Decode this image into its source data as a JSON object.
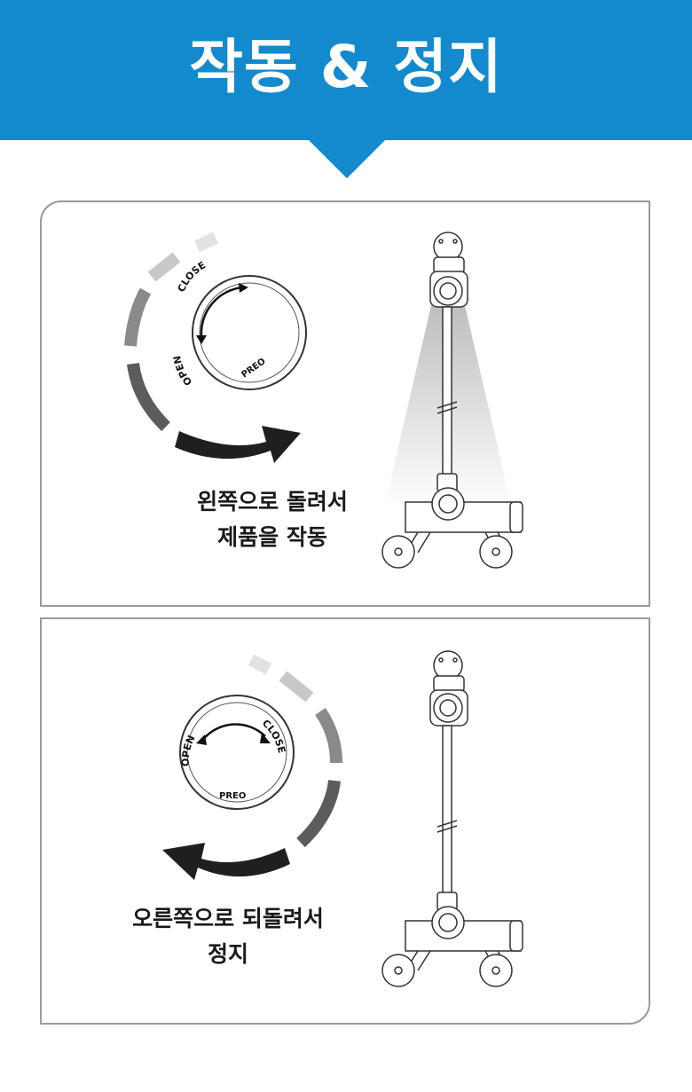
{
  "header": {
    "title": "작동 & 정지"
  },
  "panel_start": {
    "knob": {
      "close_label": "CLOSE",
      "open_label": "OPEN",
      "brand": "PREO"
    },
    "caption_line1": "왼쪽으로 돌려서",
    "caption_line2": "제품을 작동"
  },
  "panel_stop": {
    "knob": {
      "close_label": "CLOSE",
      "open_label": "OPEN",
      "brand": "PREO"
    },
    "caption_line1": "오른쪽으로 되돌려서",
    "caption_line2": "정지"
  },
  "colors": {
    "header": "#128acd",
    "border": "#9a9a9a",
    "arrow": "#1f1f1f"
  }
}
